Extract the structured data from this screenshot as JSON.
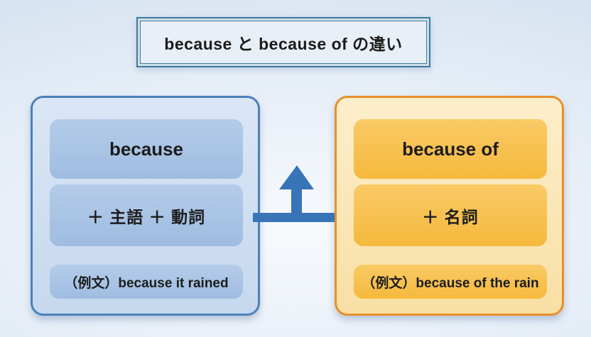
{
  "title": {
    "text": "because と because of の違い"
  },
  "left_card": {
    "heading": "because",
    "pattern": "＋ 主語 ＋ 動詞",
    "example": "（例文）because it rained"
  },
  "right_card": {
    "heading": "because of",
    "pattern": "＋ 名詞",
    "example": "（例文）because of the rain"
  },
  "arrow": {
    "meaning": "up-arrow-connector-between-cards"
  },
  "colors": {
    "title_border": "#3c7ba0",
    "left_border": "#4c80ba",
    "left_inner": "#a9c4e4",
    "right_border": "#e88e2b",
    "right_inner": "#f8c55f",
    "arrow": "#3874b8",
    "text": "#1c1c1c",
    "background_edge": "#cfdeee"
  }
}
